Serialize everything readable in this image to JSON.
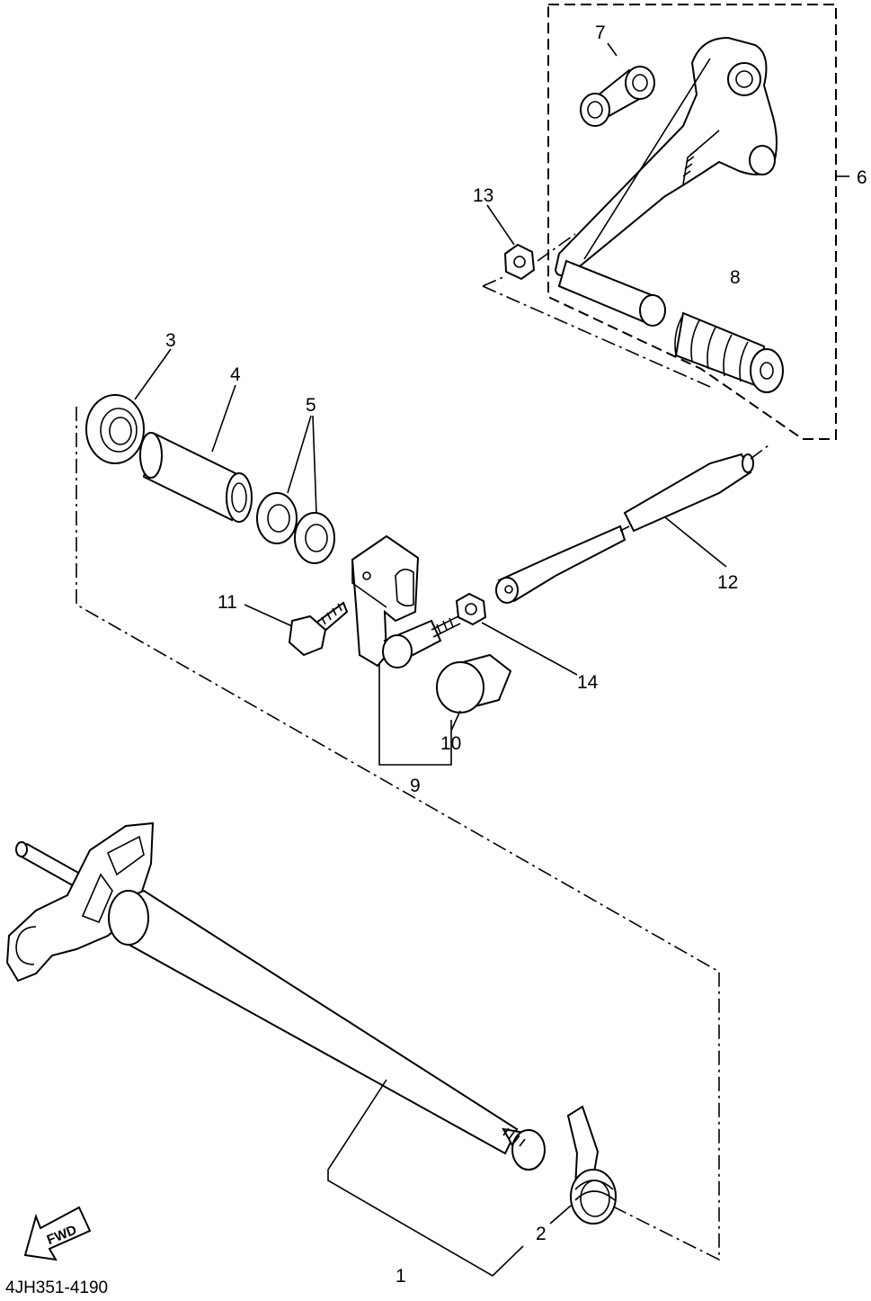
{
  "diagram": {
    "code": "4JH351-4190",
    "fwd_label": "FWD",
    "callouts": [
      "1",
      "2",
      "3",
      "4",
      "5",
      "6",
      "7",
      "8",
      "9",
      "10",
      "11",
      "12",
      "13",
      "14"
    ]
  }
}
